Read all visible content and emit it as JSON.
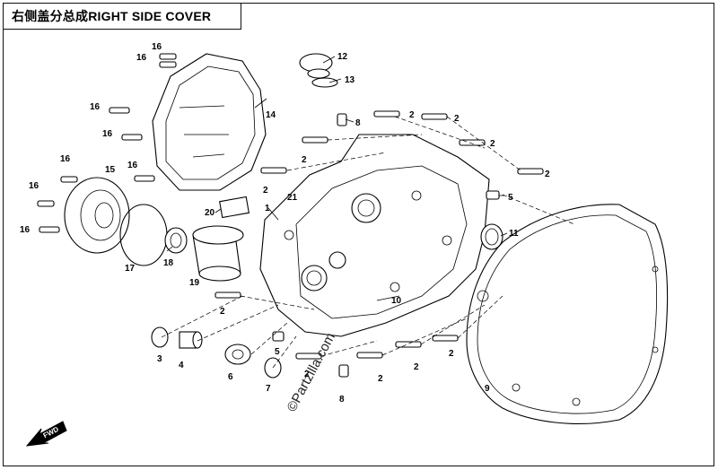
{
  "title": "右侧盖分总成RIGHT SIDE COVER",
  "watermark": "©Partzilla.com",
  "fwd_label": "FWD",
  "callouts": {
    "c1": "1",
    "c2a": "2",
    "c2b": "2",
    "c2c": "2",
    "c2d": "2",
    "c2e": "2",
    "c2f": "2",
    "c2g": "2",
    "c2h": "2",
    "c2i": "2",
    "c2j": "2",
    "c2k": "2",
    "c3": "3",
    "c4": "4",
    "c5a": "5",
    "c5b": "5",
    "c6": "6",
    "c7": "7",
    "c8a": "8",
    "c8b": "8",
    "c9": "9",
    "c10": "10",
    "c11": "11",
    "c12": "12",
    "c13": "13",
    "c14": "14",
    "c15": "15",
    "c16a": "16",
    "c16b": "16",
    "c16c": "16",
    "c16d": "16",
    "c16e": "16",
    "c16f": "16",
    "c16g": "16",
    "c16h": "16",
    "c17": "17",
    "c18": "18",
    "c19": "19",
    "c20": "20",
    "c21": "21"
  }
}
